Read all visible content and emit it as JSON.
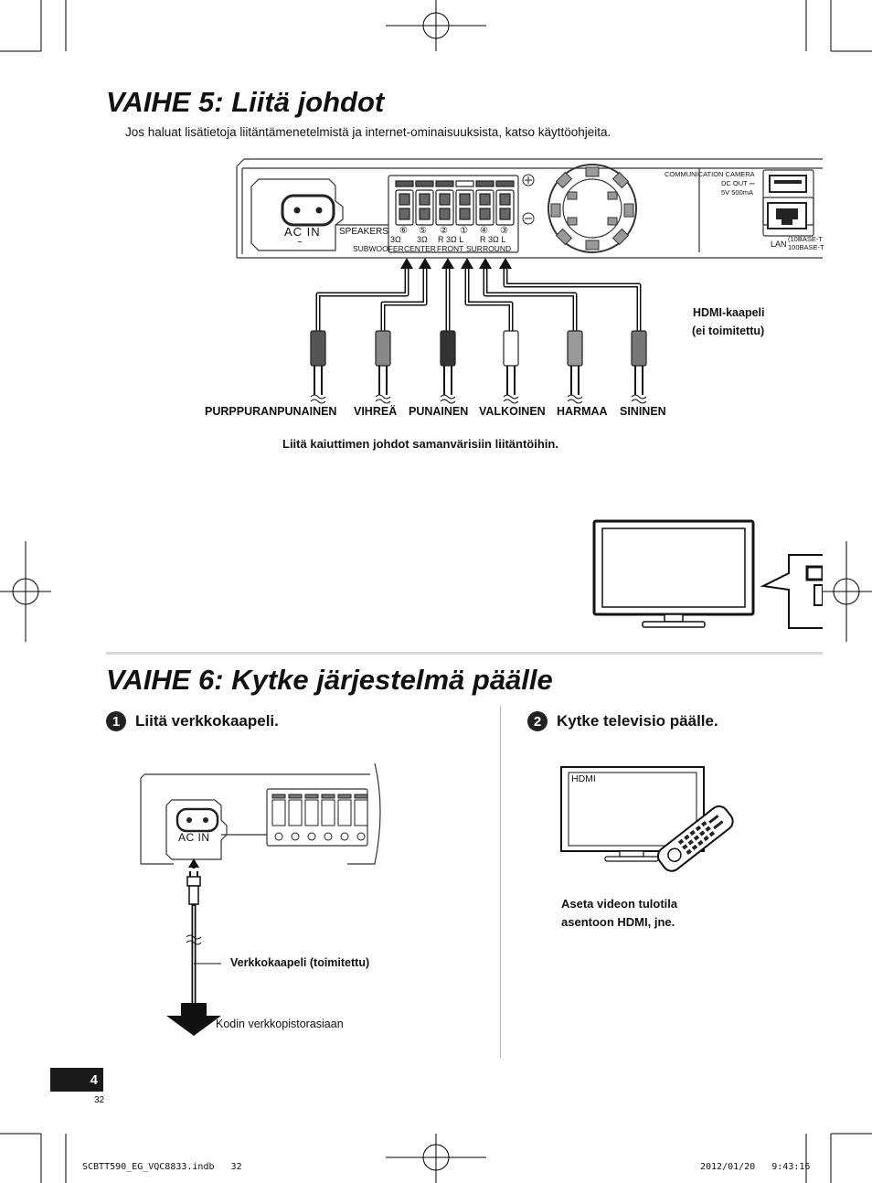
{
  "step5": {
    "title": "VAIHE 5: Liitä johdot",
    "intro": "Jos haluat lisätietoja liitäntämenetelmistä ja internet-ominaisuuksista, katso käyttöohjeita.",
    "panel": {
      "ac_in": "AC IN",
      "speakers": "SPEAKERS",
      "terminal_numbers": [
        "⑥",
        "⑤",
        "②",
        "①",
        "④",
        "③"
      ],
      "impedance_row": [
        "3Ω",
        "3Ω",
        "R 3Ω L",
        "R 3Ω L"
      ],
      "groups": [
        "SUBWOOFER",
        "CENTER",
        "FRONT",
        "SURROUND"
      ],
      "camera_lines": [
        "COMMUNICATION CAMERA",
        "DC OUT ⎓",
        "5V 500mA"
      ],
      "lan": "LAN",
      "lan_spec": [
        "(10BASE-T",
        "100BASE-T"
      ]
    },
    "cable_colors": [
      "PURPPURANPUNAINEN",
      "VIHREÄ",
      "PUNAINEN",
      "VALKOINEN",
      "HARMAA",
      "SININEN"
    ],
    "hdmi_cable": [
      "HDMI-kaapeli",
      "(ei toimitettu)"
    ],
    "instruction": "Liitä kaiuttimen johdot samanvärisiin liitäntöihin."
  },
  "step6": {
    "title": "VAIHE 6: Kytke järjestelmä päälle",
    "sub1_num": "1",
    "sub1_label": "Liitä verkkokaapeli.",
    "sub2_num": "2",
    "sub2_label": "Kytke televisio päälle.",
    "ac_in": "AC IN",
    "power_cable": "Verkkokaapeli (toimitettu)",
    "outlet": "Kodin verkkopistorasiaan",
    "tv_screen": "HDMI",
    "tv_instruction": [
      "Aseta videon tulotila",
      "asentoon HDMI, jne."
    ]
  },
  "footer": {
    "page": "4",
    "subpage": "32",
    "file": "SCBTT590_EG_VQC8833.indb   32",
    "timestamp": "2012/01/20   9:43:16"
  }
}
